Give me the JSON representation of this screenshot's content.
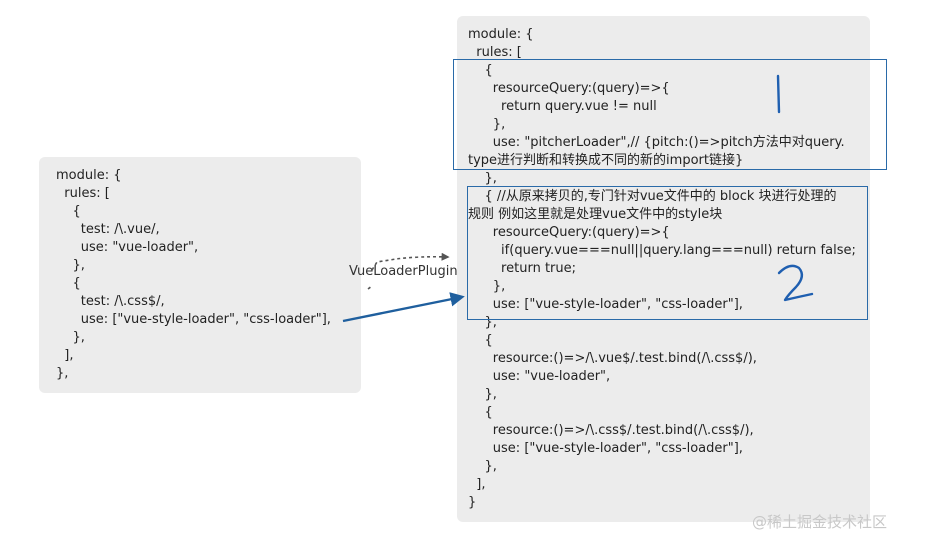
{
  "left_code": [
    "module: {",
    "  rules: [",
    "    {",
    "      test: /\\.vue/,",
    "      use: \"vue-loader\",",
    "    },",
    "    {",
    "      test: /\\.css$/,",
    "      use: [\"vue-style-loader\", \"css-loader\"],",
    "    },",
    "  ],",
    "},"
  ],
  "right_code": [
    "module: {",
    "  rules: [",
    "    {",
    "      resourceQuery:(query)=>{",
    "        return query.vue != null",
    "      },",
    "      use: \"pitcherLoader\",// {pitch:()=>pitch方法中对query.",
    "type进行判断和转换成不同的新的import链接}",
    "    },",
    "    { //从原来拷贝的,专门针对vue文件中的 block 块进行处理的",
    "规则 例如这里就是处理vue文件中的style块",
    "      resourceQuery:(query)=>{",
    "        if(query.vue===null||query.lang===null) return false;",
    "        return true;",
    "      },",
    "      use: [\"vue-style-loader\", \"css-loader\"],",
    "    },",
    "    {",
    "      resource:()=>/\\.vue$/.test.bind(/\\.css$/),",
    "      use: \"vue-loader\",",
    "    },",
    "    {",
    "      resource:()=>/\\.css$/.test.bind(/\\.css$/),",
    "      use: [\"vue-style-loader\", \"css-loader\"],",
    "    },",
    "  ],",
    "}"
  ],
  "plugin_label": "VueLoaderPlugin",
  "annotations": {
    "box_one_mark": "1",
    "box_two_mark": "2"
  },
  "watermark": "@稀土掘金技术社区",
  "colors": {
    "panel": "#ececec",
    "highlight_border": "#2a6aa8",
    "arrow": "#1f5f9e",
    "dashed_arrow": "#555555",
    "handwriting": "#1f5fb0"
  }
}
